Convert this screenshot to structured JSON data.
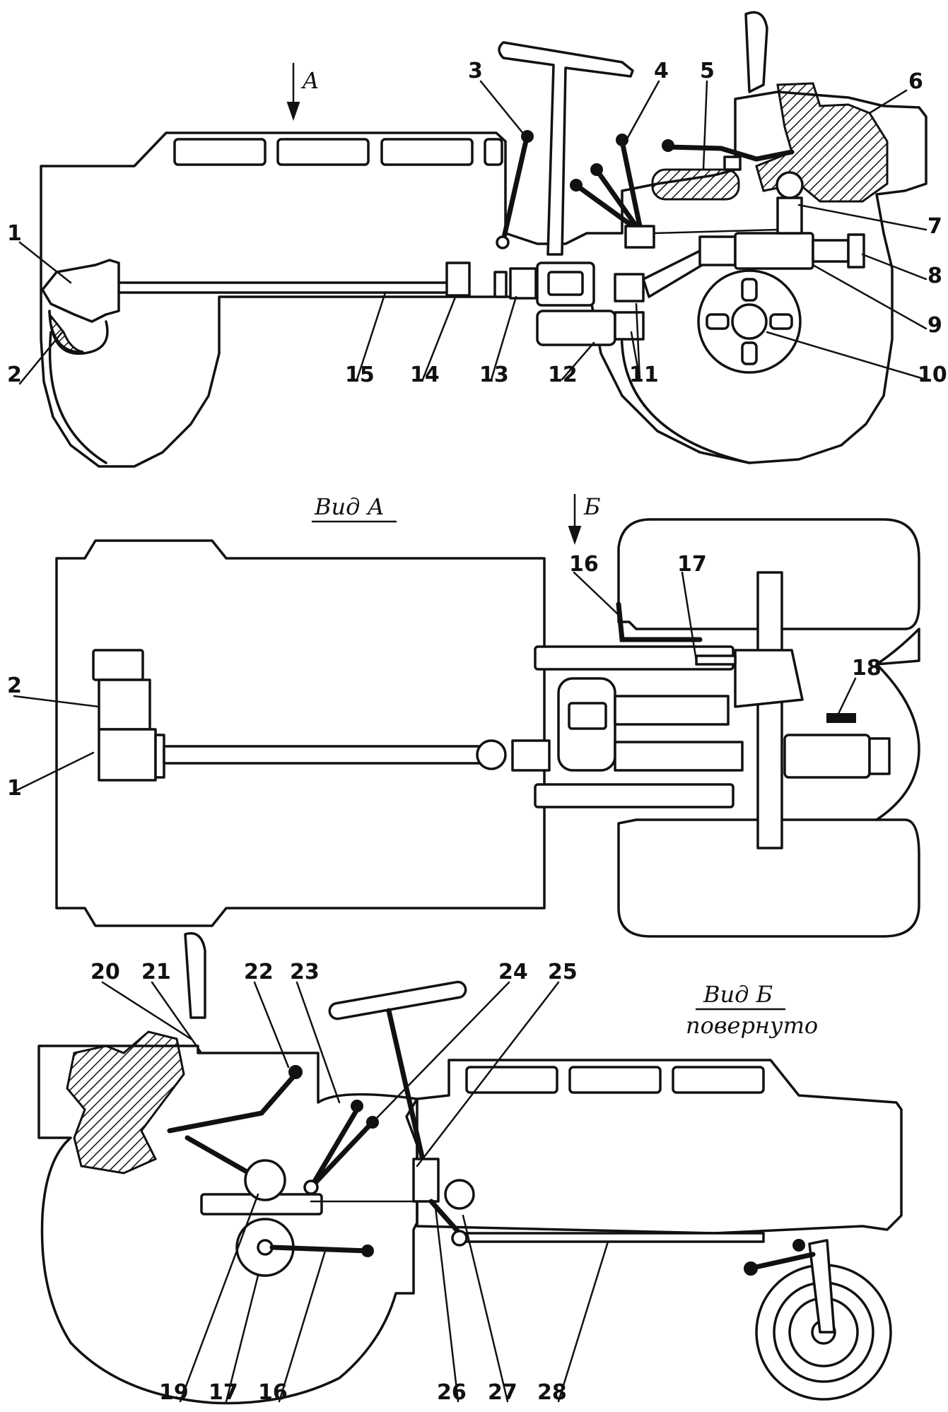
{
  "views": {
    "main_side": {
      "arrow_label": "A",
      "callouts": [
        "1",
        "2",
        "3",
        "4",
        "5",
        "6",
        "7",
        "8",
        "9",
        "10",
        "11",
        "12",
        "13",
        "14",
        "15"
      ]
    },
    "view_a": {
      "title": "Вид А",
      "arrow_label": "Б",
      "callouts": [
        "16",
        "17",
        "18",
        "2",
        "1"
      ]
    },
    "view_b": {
      "title": "Вид Б",
      "subtitle": "повернуто",
      "callouts": [
        "20",
        "21",
        "22",
        "23",
        "24",
        "25",
        "19",
        "17",
        "16",
        "26",
        "27",
        "28"
      ]
    }
  },
  "colors": {
    "ink": "#111111",
    "paper": "#ffffff"
  }
}
